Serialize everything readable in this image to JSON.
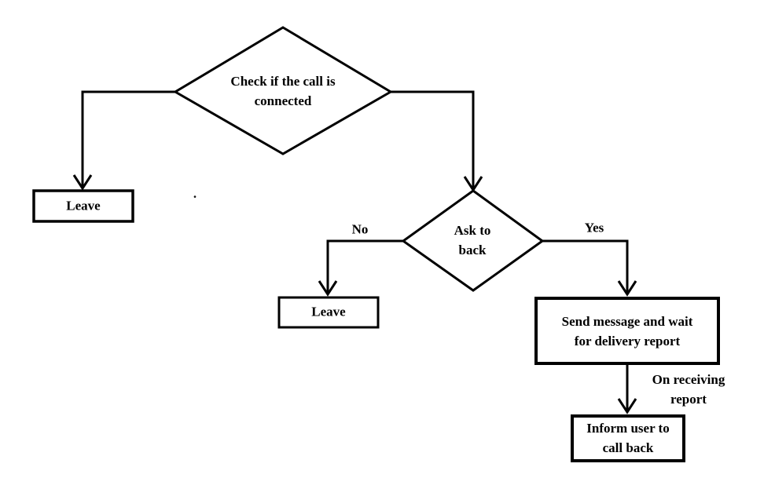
{
  "diagram": {
    "background": "#ffffff",
    "stroke_color": "#000000",
    "text_color": "#000000",
    "nodes": [
      {
        "id": "check_connected",
        "type": "decision",
        "label": [
          "Check if the call is",
          "connected"
        ]
      },
      {
        "id": "leave_left",
        "type": "process",
        "label": "Leave"
      },
      {
        "id": "ask_to_back",
        "type": "decision",
        "label": [
          "Ask to",
          "back"
        ]
      },
      {
        "id": "leave_no",
        "type": "process",
        "label": "Leave"
      },
      {
        "id": "send_message",
        "type": "process",
        "label": [
          "Send message and wait",
          "for delivery report"
        ]
      },
      {
        "id": "inform_user",
        "type": "process",
        "label": [
          "Inform user to",
          "call back"
        ]
      }
    ],
    "edges": [
      {
        "from": "check_connected",
        "to": "leave_left",
        "label": ""
      },
      {
        "from": "check_connected",
        "to": "ask_to_back",
        "label": ""
      },
      {
        "from": "ask_to_back",
        "to": "leave_no",
        "label": "No"
      },
      {
        "from": "ask_to_back",
        "to": "send_message",
        "label": "Yes"
      },
      {
        "from": "send_message",
        "to": "inform_user",
        "label": [
          "On receiving",
          "report"
        ]
      }
    ],
    "stray_mark": "."
  }
}
